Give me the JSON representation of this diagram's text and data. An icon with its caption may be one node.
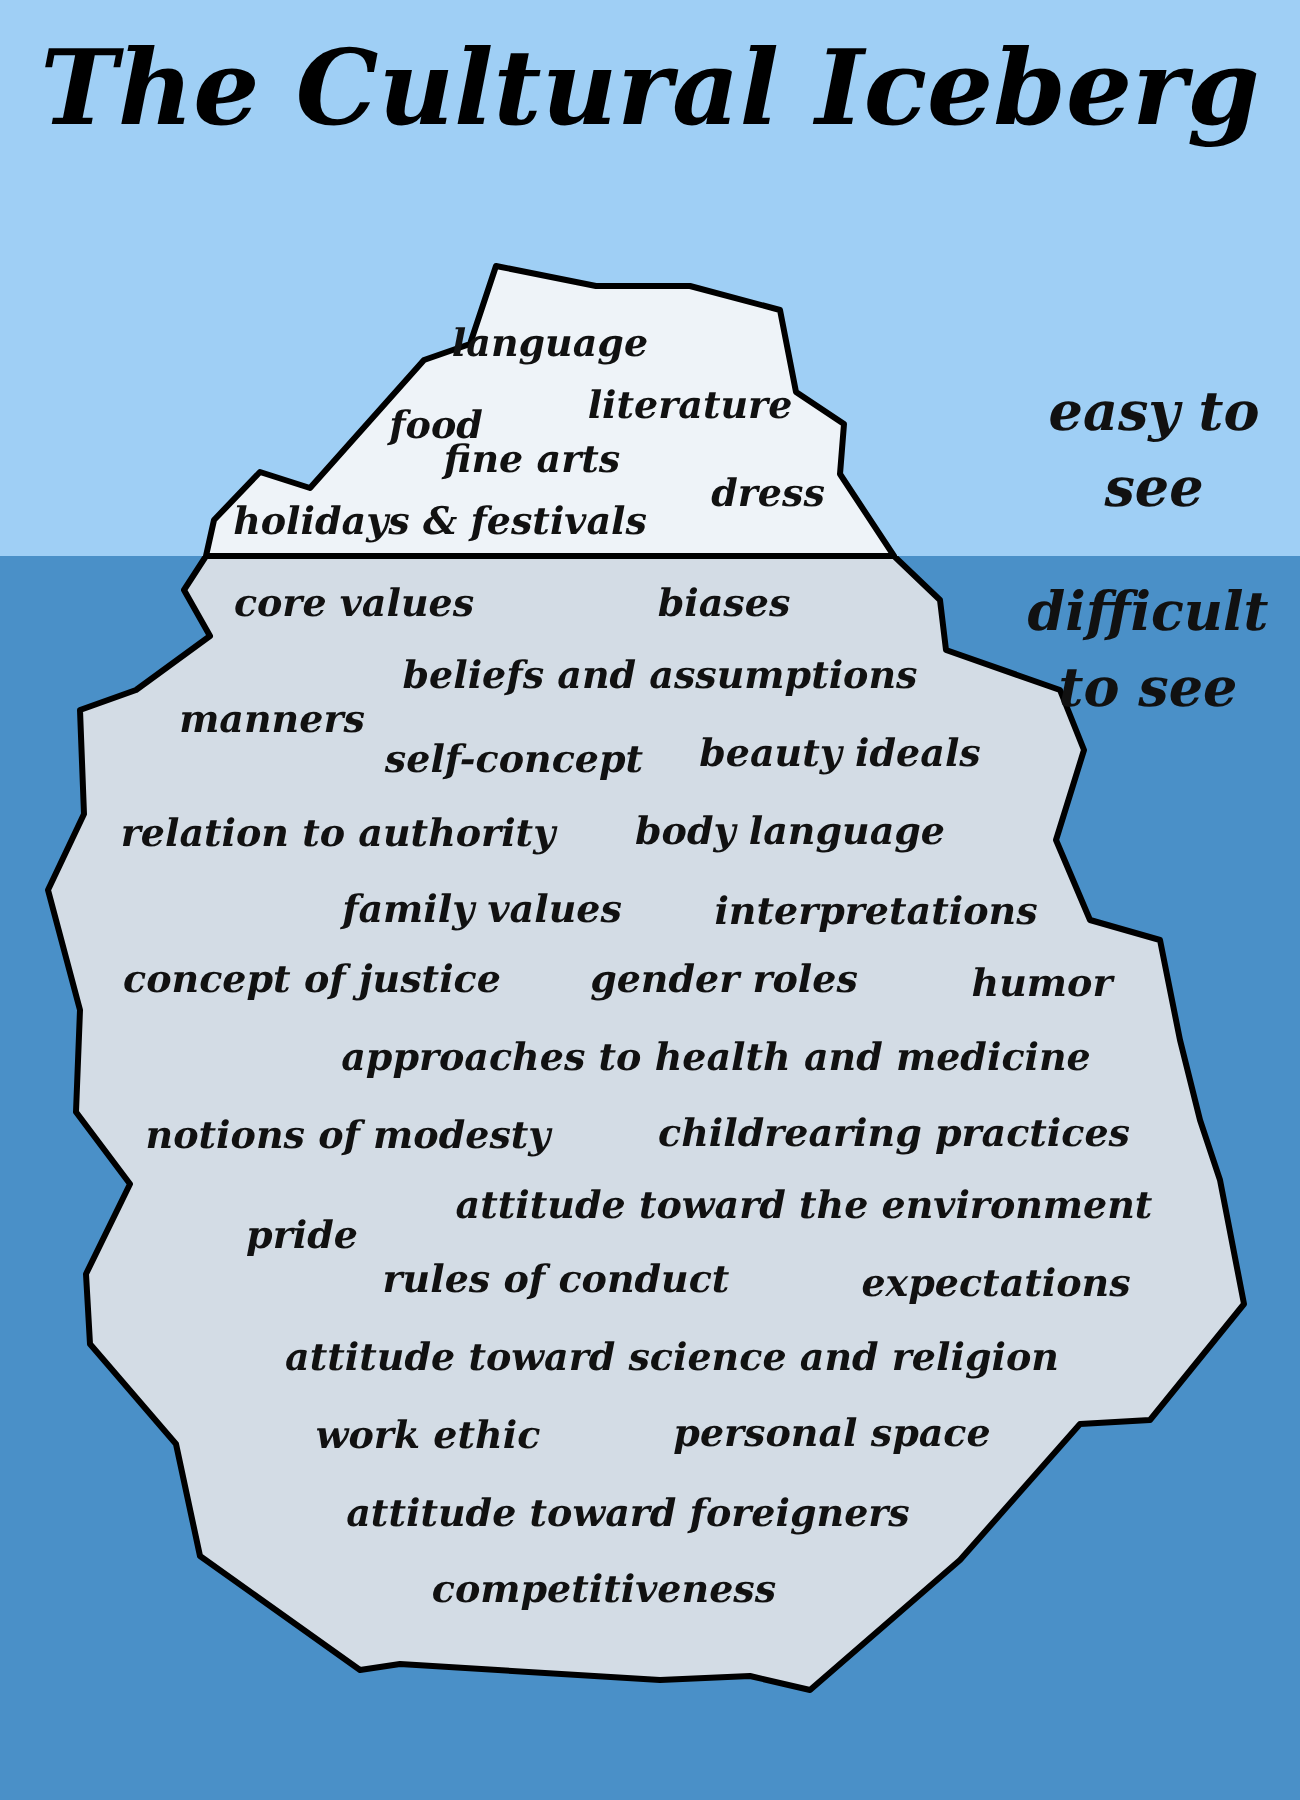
{
  "diagram": {
    "title": "The Cultural Iceberg",
    "nodes": [
      {
        "text": [
          "language",
          "literature",
          "food",
          "fine arts",
          "dress",
          "holidays & festivals"
        ]
      },
      {
        "text": [
          "core values",
          "biases",
          "beliefs and assumptions",
          "manners",
          "self-concept",
          "beauty ideals",
          "relation to authority",
          "body language",
          "family values",
          "interpretations",
          "concept of justice",
          "gender roles",
          "humor",
          "approaches to health and medicine",
          "notions of modesty",
          "childrearing practices",
          "pride",
          "attitude toward the environment",
          "rules of conduct",
          "expectations",
          "attitude toward science and religion",
          "work ethic",
          "personal space",
          "attitude toward foreigners",
          "competitiveness"
        ]
      }
    ],
    "edges": [],
    "labels": [
      "easy to see",
      "difficult to see"
    ]
  }
}
